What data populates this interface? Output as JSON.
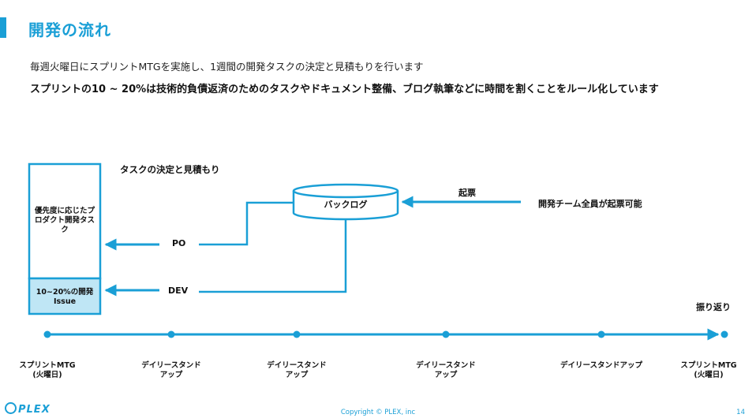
{
  "header": {
    "title": "開発の流れ",
    "line1": "毎週火曜日にスプリントMTGを実施し、1週間の開発タスクの決定と見積もりを行います",
    "line2": "スプリントの10 ~ 20%は技術的負債返済のためのタスクやドキュメント整備、ブログ執筆などに時間を割くことをルール化しています"
  },
  "diagram": {
    "task_label": "タスクの決定と見積もり",
    "box_top_text": "優先度に応じたプロダクト開発タスク",
    "box_bottom_text": "10~20%の開発Issue",
    "backlog_label": "バックログ",
    "kihyo_label": "起票",
    "team_label": "開発チーム全員が起票可能",
    "po_label": "PO",
    "dev_label": "DEV",
    "retro_label": "振り返り",
    "timeline": [
      "スプリントMTG\n(火曜日)",
      "デイリースタンド\nアップ",
      "デイリースタンド\nアップ",
      "デイリースタンド\nアップ",
      "デイリースタンドアップ",
      "スプリントMTG\n(火曜日)"
    ]
  },
  "footer": {
    "logo": "PLEX",
    "copyright": "Copyright © PLEX, inc",
    "page": "14"
  },
  "colors": {
    "accent": "#1a9fd6",
    "box_bottom_fill": "#bfe6f5"
  }
}
